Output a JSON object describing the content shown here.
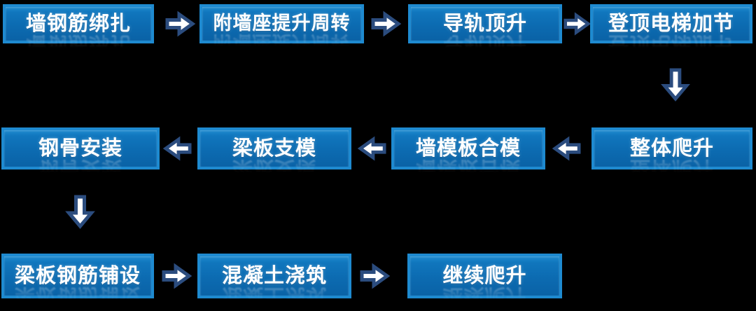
{
  "diagram": {
    "type": "flowchart",
    "background_color": "#000000",
    "style": {
      "box_border_color": "#1e8ad0",
      "box_fill_top": "#1377be",
      "box_fill_bottom": "#0a62a6",
      "box_text_color": "#ffffff",
      "arrow_outline_color": "#2b4c7e",
      "arrow_fill_color": "#ffffff"
    },
    "rows": [
      {
        "direction": "left-to-right",
        "steps": [
          "墙钢筋绑扎",
          "附墙座提升周转",
          "导轨顶升",
          "登顶电梯加节"
        ]
      },
      {
        "direction": "right-to-left",
        "steps": [
          "钢骨安装",
          "梁板支模",
          "墙模板合模",
          "整体爬升"
        ]
      },
      {
        "direction": "left-to-right",
        "steps": [
          "梁板钢筋铺设",
          "混凝土浇筑",
          "继续爬升"
        ]
      }
    ],
    "flow_sequence": [
      "墙钢筋绑扎",
      "附墙座提升周转",
      "导轨顶升",
      "登顶电梯加节",
      "整体爬升",
      "墙模板合模",
      "梁板支模",
      "钢骨安装",
      "梁板钢筋铺设",
      "混凝土浇筑",
      "继续爬升"
    ]
  }
}
